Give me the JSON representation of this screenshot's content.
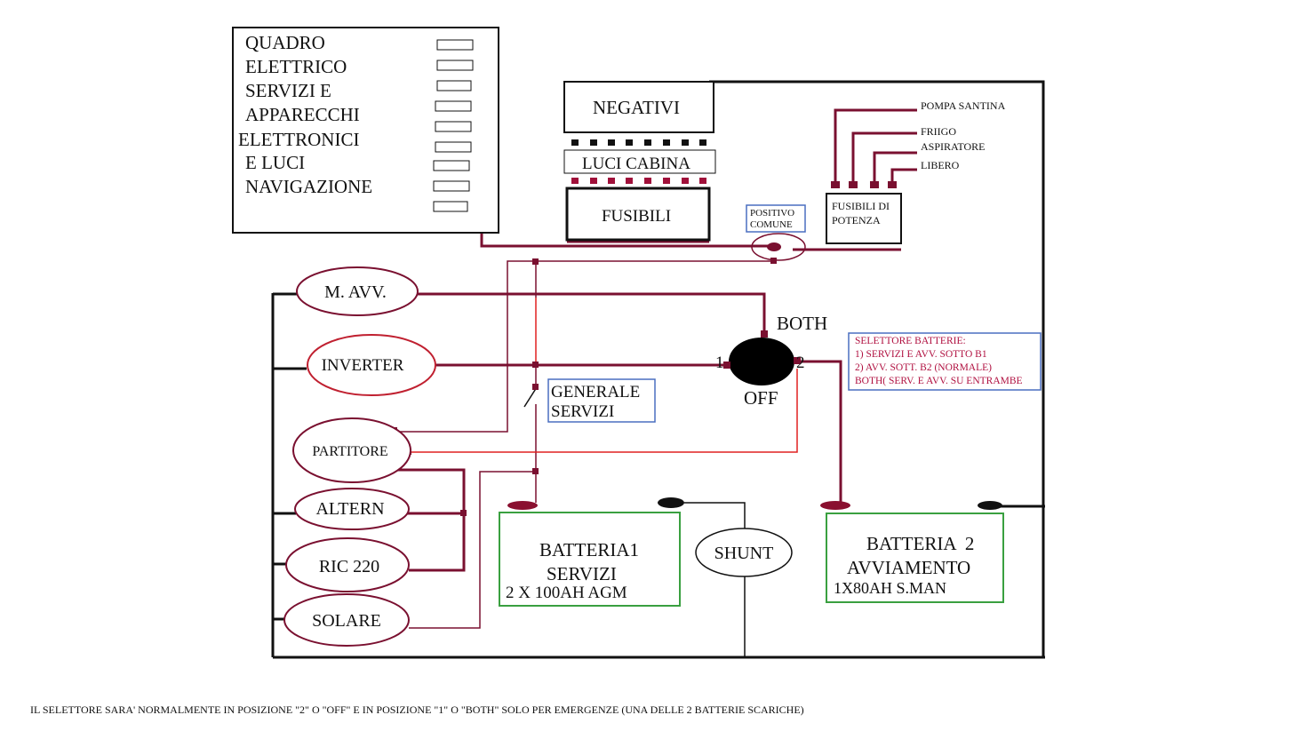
{
  "panel": {
    "lines": [
      "QUADRO",
      "ELETTRICO",
      "SERVIZI E",
      "APPARECCHI",
      "ELETTRONICI",
      "E LUCI",
      "NAVIGAZIONE"
    ]
  },
  "bus": {
    "negativi": "NEGATIVI",
    "luci_cabina": "LUCI CABINA",
    "fusibili": "FUSIBILI"
  },
  "positivo_comune": {
    "line1": "POSITIVO",
    "line2": "COMUNE"
  },
  "power_fuses": {
    "line1": "FUSIBILI DI",
    "line2": "POTENZA",
    "loads": [
      "POMPA SANTINA",
      "FRIIGO",
      "ASPIRATORE",
      "LIBERO"
    ]
  },
  "components": {
    "m_avv": "M. AVV.",
    "inverter": "INVERTER",
    "partitore": "PARTITORE",
    "altern": "ALTERN",
    "ric220": "RIC 220",
    "solare": "SOLARE",
    "shunt": "SHUNT"
  },
  "selector": {
    "both": "BOTH",
    "off": "OFF",
    "pos1": "1",
    "pos2": "2"
  },
  "generale": {
    "line1": "GENERALE",
    "line2": "SERVIZI"
  },
  "selector_note": {
    "lines": [
      "SELETTORE BATTERIE:",
      "1) SERVIZI E AVV. SOTTO B1",
      "2) AVV. SOTT. B2 (NORMALE)",
      "BOTH( SERV. E AVV. SU ENTRAMBE"
    ]
  },
  "battery1": {
    "line1": "BATTERIA1",
    "line2": "SERVIZI",
    "line3": "2 X 100AH AGM"
  },
  "battery2": {
    "line1": "BATTERIA  2",
    "line2": "AVVIAMENTO",
    "line3": "1X80AH S.MAN"
  },
  "footnote": "IL SELETTORE SARA' NORMALMENTE IN POSIZIONE \"2\" O \"OFF\" E IN POSIZIONE \"1\" O \"BOTH\" SOLO PER EMERGENZE (UNA DELLE 2 BATTERIE SCARICHE)",
  "colors": {
    "wire_positive": "#7a1030",
    "wire_red": "#e02020",
    "wire_negative": "#111111",
    "box_blue": "#4a6fc0",
    "box_green": "#3aa040"
  }
}
